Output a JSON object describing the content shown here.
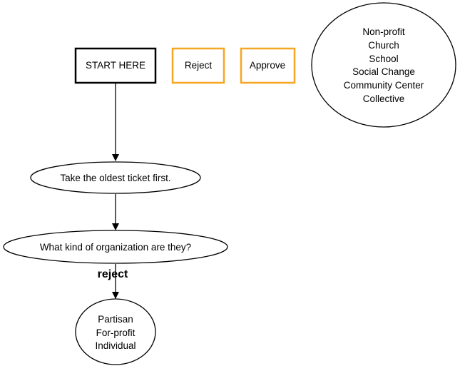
{
  "colors": {
    "background": "#ffffff",
    "stroke": "#000000",
    "highlight": "#f5a623"
  },
  "nodes": {
    "start": {
      "label": "START HERE"
    },
    "reject": {
      "label": "Reject"
    },
    "approve": {
      "label": "Approve"
    },
    "approve_types": {
      "lines": [
        "Non-profit",
        "Church",
        "School",
        "Social Change",
        "Community Center",
        "Collective"
      ]
    },
    "oldest_ticket": {
      "label": "Take the oldest ticket first."
    },
    "org_question": {
      "label": "What kind of organization are they?"
    },
    "reject_types": {
      "lines": [
        "Partisan",
        "For-profit",
        "Individual"
      ]
    }
  },
  "edges": {
    "question_to_reject_label": "reject"
  }
}
